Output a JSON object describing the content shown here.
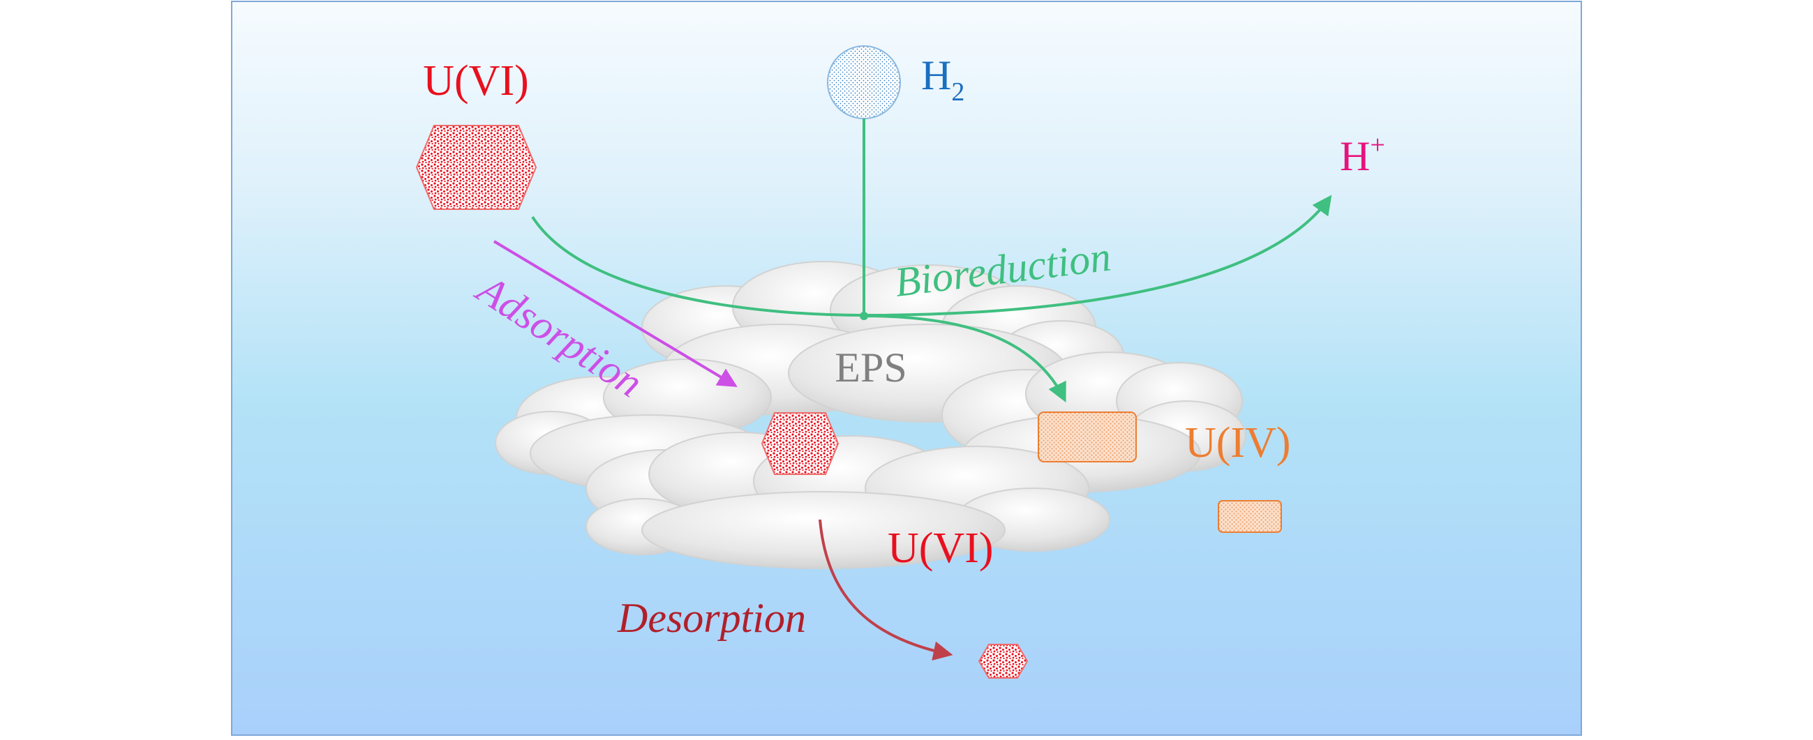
{
  "diagram": {
    "labels": {
      "u6_top": "U(VI)",
      "h2": "H",
      "h2_sub": "2",
      "h_plus": "H",
      "h_plus_sup": "+",
      "bioreduction": "Bioreduction",
      "adsorption": "Adsorption",
      "eps": "EPS",
      "u4": "U(IV)",
      "u6_bottom": "U(VI)",
      "desorption": "Desorption"
    },
    "colors": {
      "u6": "#e8101e",
      "h2": "#1a6fbf",
      "h_plus": "#e6127e",
      "bioreduction": "#3fbf80",
      "adsorption": "#cc4fe6",
      "desorption": "#b0202a",
      "eps": "#808080",
      "u4": "#ed7d31"
    }
  }
}
